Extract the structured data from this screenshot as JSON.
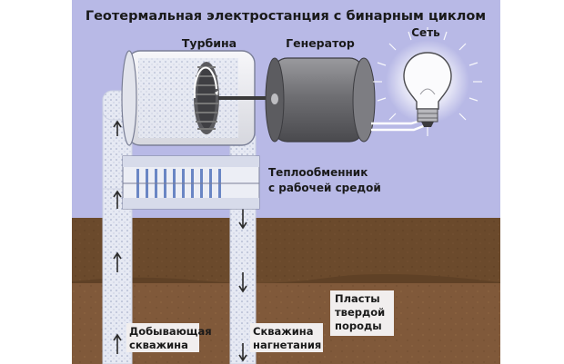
{
  "title": "Геотермальная электростанция с бинарным циклом",
  "labels": {
    "turbine": "Турбина",
    "generator": "Генератор",
    "grid": "Сеть",
    "heat_exchanger_line1": "Теплообменник",
    "heat_exchanger_line2": "с рабочей средой",
    "rock_line1": "Пласты",
    "rock_line2": "твердой",
    "rock_line3": "породы",
    "production_well_line1": "Добывающая",
    "production_well_line2": "скважина",
    "injection_well_line1": "Скважина",
    "injection_well_line2": "нагнетания"
  },
  "colors": {
    "sky": "#b8b9e6",
    "topsoil": "#6b4a2c",
    "bedrock": "#7f5a36",
    "pipe": "#e3e6f1",
    "generator": "#6f6f73",
    "label_box": "#f1eeee"
  }
}
